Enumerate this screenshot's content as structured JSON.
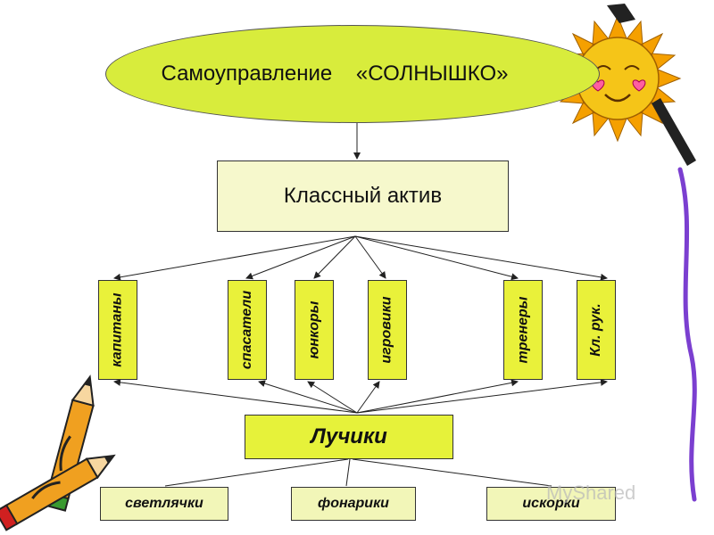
{
  "title": "Самоуправление    «СОЛНЫШКО»",
  "activ": "Классный актив",
  "roles": [
    "капитаны",
    "спасатели",
    "юнкоры",
    "игровики",
    "тренеры",
    "Кл. рук."
  ],
  "luchiki": "Лучики",
  "groups": [
    "светлячки",
    "фонарики",
    "искорки"
  ],
  "watermark": "MyShared",
  "colors": {
    "oval": "#d8ec3c",
    "box_light": "#f6f8cc",
    "box_yellow": "#e9f13a",
    "sun": "#f5c518",
    "pencil": "#f0a020"
  },
  "icons": [
    "sun-clipart",
    "pencils-clipart",
    "purple-crayon-line"
  ]
}
